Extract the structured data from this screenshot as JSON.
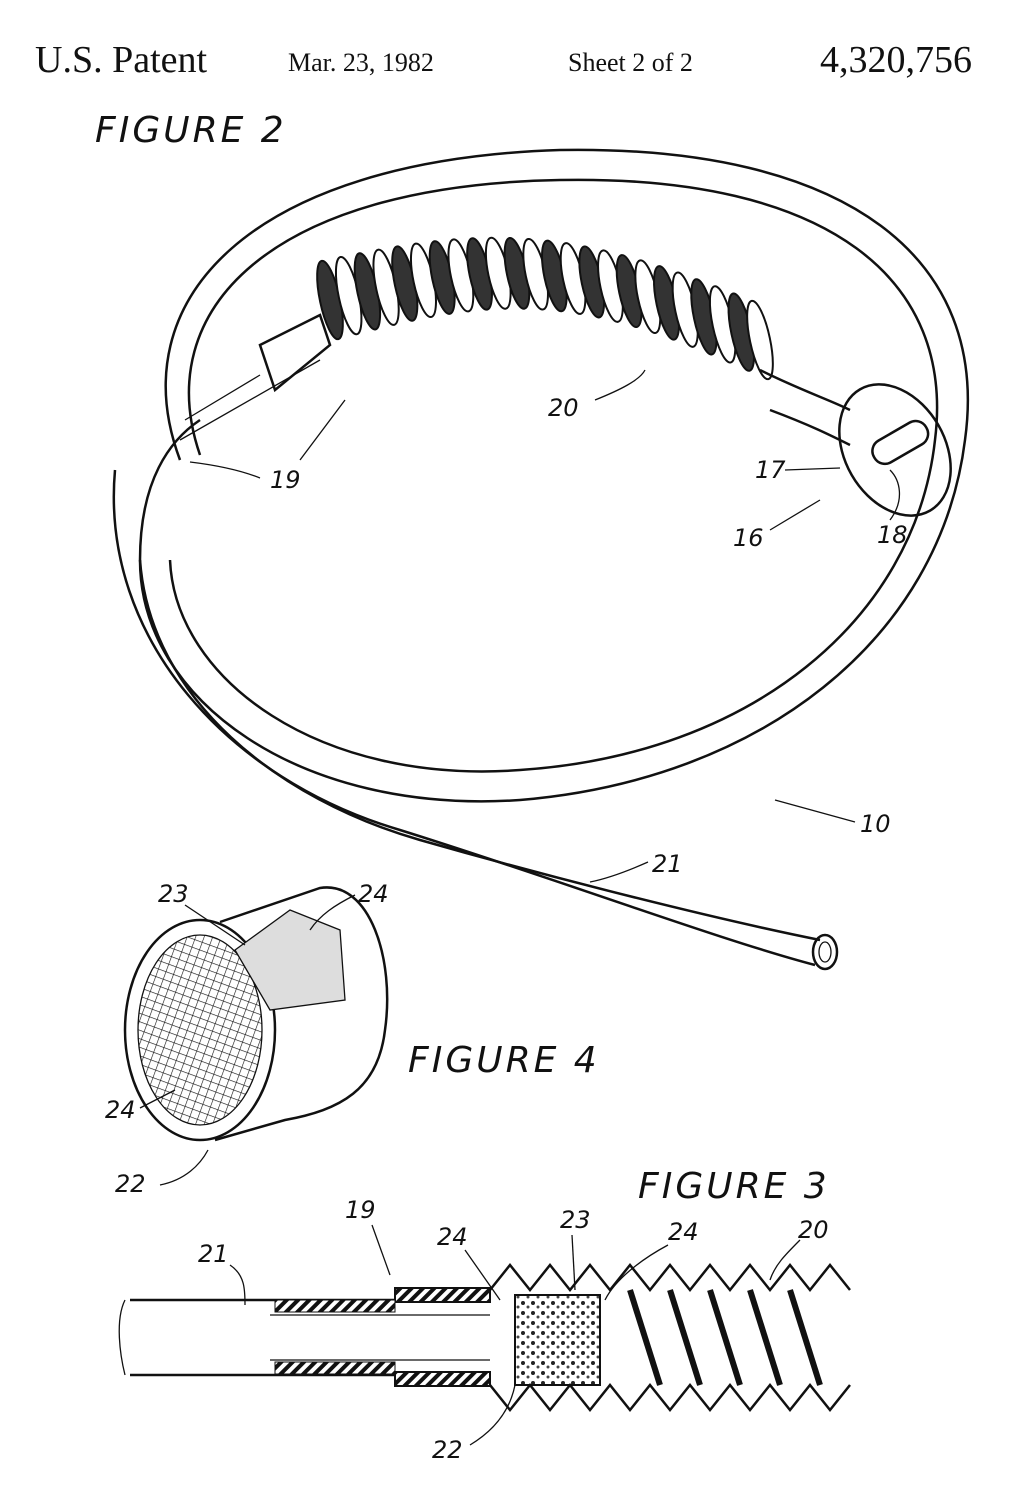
{
  "header": {
    "patent_label": "U.S. Patent",
    "date": "Mar. 23, 1982",
    "sheet": "Sheet 2 of 2",
    "patent_number": "4,320,756"
  },
  "figures": {
    "figure2": {
      "title": "FIGURE 2",
      "refs": {
        "r20": "20",
        "r19": "19",
        "r17": "17",
        "r16": "16",
        "r18": "18",
        "r10": "10",
        "r21": "21"
      }
    },
    "figure4": {
      "title": "FIGURE 4",
      "refs": {
        "r23": "23",
        "r24a": "24",
        "r24b": "24",
        "r22": "22"
      }
    },
    "figure3": {
      "title": "FIGURE 3",
      "refs": {
        "r19": "19",
        "r21": "21",
        "r24a": "24",
        "r23": "23",
        "r24b": "24",
        "r20": "20",
        "r22": "22"
      }
    }
  }
}
